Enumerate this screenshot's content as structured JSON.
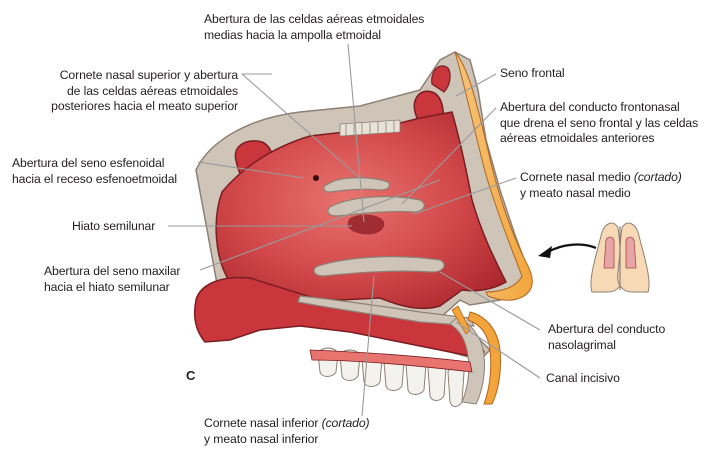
{
  "panel_letter": "C",
  "labels": {
    "ethmoid_middle": {
      "line1": "Abertura de las celdas aéreas etmoidales",
      "line2": "medias hacia la ampolla etmoidal"
    },
    "superior_concha": {
      "line1": "Cornete nasal superior y abertura",
      "line2": "de las celdas aéreas etmoidales",
      "line3": "posteriores hacia el meato superior"
    },
    "sphenoid_opening": {
      "line1": "Abertura del seno esfenoidal",
      "line2": "hacia el receso esfenoetmoidal"
    },
    "semilunar_hiatus": {
      "line1": "Hiato semilunar"
    },
    "maxillary_opening": {
      "line1": "Abertura del seno maxilar",
      "line2": "hacia el hiato semilunar"
    },
    "frontal_sinus": {
      "line1": "Seno frontal"
    },
    "frontonasal_duct": {
      "line1": "Abertura del conducto frontonasal",
      "line2": "que drena el seno frontal y las celdas",
      "line3": "aéreas etmoidales anteriores"
    },
    "middle_concha": {
      "line1_a": "Cornete nasal medio ",
      "line1_b": "(cortado)",
      "line2": "y meato nasal medio"
    },
    "nasolacrimal_duct": {
      "line1": "Abertura del conducto",
      "line2": "nasolagrimal"
    },
    "incisive_canal": {
      "line1": "Canal incisivo"
    },
    "inferior_concha": {
      "line1_a": "Cornete nasal inferior ",
      "line1_b": "(cortado)",
      "line2": "y meato nasal inferior"
    }
  },
  "colors": {
    "mucosa": "#c9363c",
    "mucosa_light": "#e36a6b",
    "bone": "#cfc4b8",
    "bone_edge": "#8d8075",
    "fat": "#f2a33a",
    "skin": "#f7d9b6",
    "teeth": "#f4f2ee",
    "leader": "#9a9a9a"
  }
}
